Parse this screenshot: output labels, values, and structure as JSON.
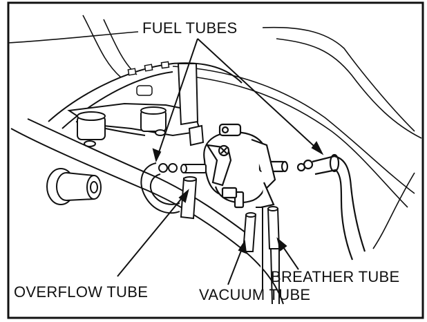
{
  "diagram": {
    "labels": {
      "fuel_tubes": "FUEL TUBES",
      "overflow_tube": "OVERFLOW TUBE",
      "vacuum_tube": "VACUUM TUBE",
      "breather_tube": "BREATHER TUBE"
    },
    "colors": {
      "ink": "#111111",
      "paper": "#ffffff"
    }
  }
}
